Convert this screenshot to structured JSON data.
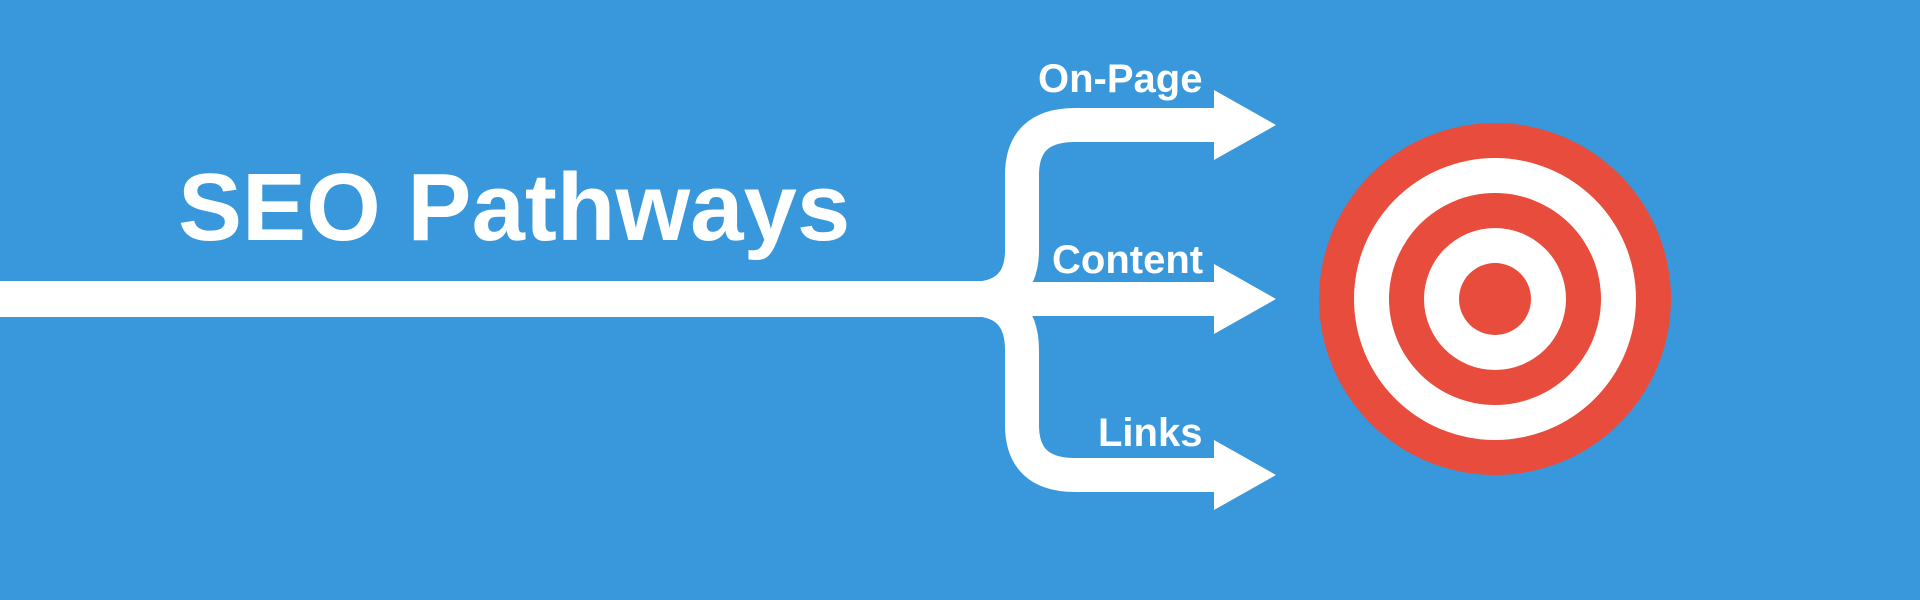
{
  "title": "SEO Pathways",
  "branches": [
    {
      "label": "On-Page"
    },
    {
      "label": "Content"
    },
    {
      "label": "Links"
    }
  ],
  "colors": {
    "background": "#3898DB",
    "foreground": "#FFFFFF",
    "target_red": "#E74C3C",
    "target_white": "#FFFFFF"
  },
  "icons": {
    "target": "bullseye-target-icon",
    "arrows": "arrow-right-icon"
  }
}
